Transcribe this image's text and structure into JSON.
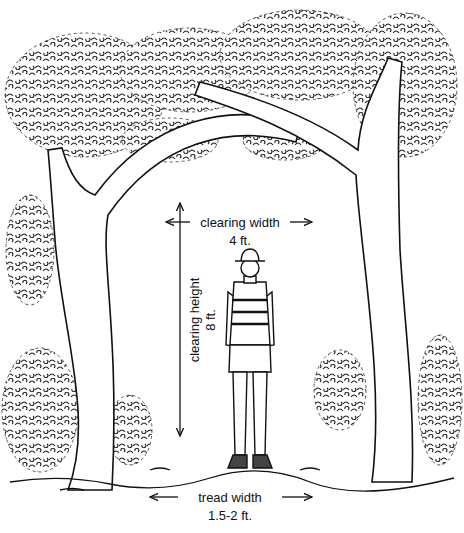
{
  "diagram": {
    "labels": [
      "clearing width",
      "4 ft.",
      "clearing height",
      "8 ft.",
      "tread width",
      "1.5-2 ft."
    ]
  }
}
